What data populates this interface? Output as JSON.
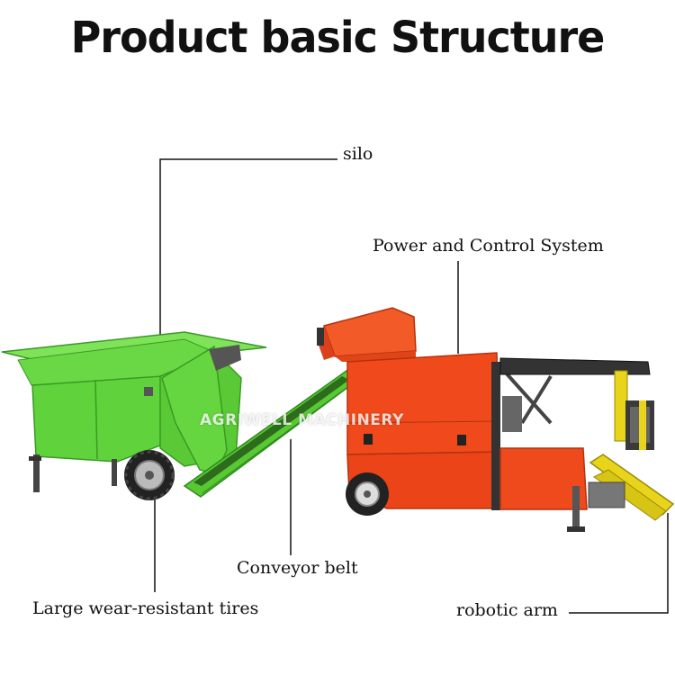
{
  "title": "Product basic Structure",
  "labels": {
    "silo": "silo",
    "power": "Power and Control System",
    "conveyor": "Conveyor belt",
    "tires": "Large wear-resistant tires",
    "arm": "robotic arm"
  },
  "watermark": "AGRIWELL MACHINERY",
  "colors": {
    "silo_green": "#5fd23c",
    "machine_orange": "#f04a1c",
    "arm_yellow": "#e8d41a"
  }
}
